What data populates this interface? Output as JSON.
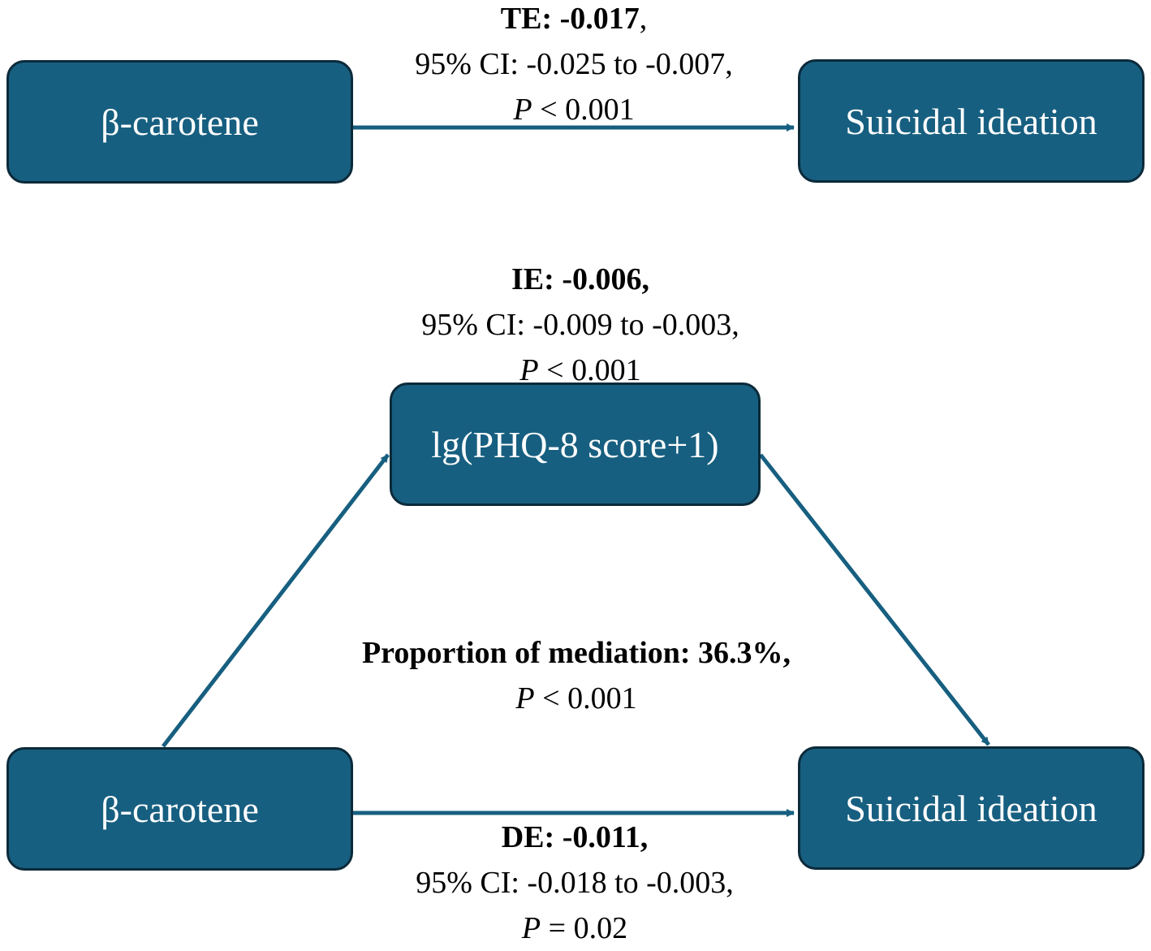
{
  "colors": {
    "node_fill": "#175f80",
    "node_border": "#0b2a3a",
    "arrow": "#175f80",
    "text_on_node": "#ffffff"
  },
  "top": {
    "exposure": "β-carotene",
    "outcome": "Suicidal ideation",
    "te_label": "TE:",
    "te_value": "-0.017",
    "te_sep": ",",
    "ci": "95% CI: -0.025 to -0.007,",
    "p_sym": "P",
    "p_rest": " < 0.001"
  },
  "bottom": {
    "exposure": "β-carotene",
    "mediator": "lg(PHQ-8 score+1)",
    "outcome": "Suicidal ideation",
    "ie_label": "IE:",
    "ie_value": "-0.006,",
    "ie_ci": "95% CI: -0.009 to -0.003,",
    "ie_p_sym": "P",
    "ie_p_rest": " < 0.001",
    "prop_label": "Proportion of mediation: 36.3%,",
    "prop_p_sym": "P",
    "prop_p_rest": " < 0.001",
    "de_label": "DE:",
    "de_value": "-0.011,",
    "de_ci": "95% CI: -0.018 to -0.003,",
    "de_p_sym": "P",
    "de_p_rest": " = 0.02"
  }
}
